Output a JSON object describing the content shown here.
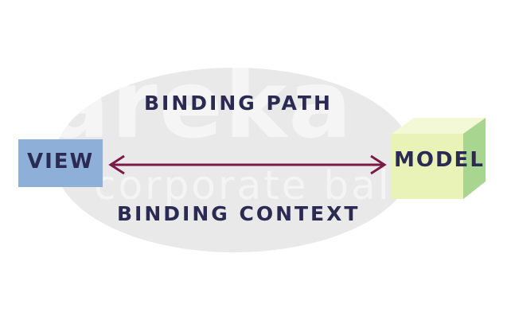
{
  "diagram": {
    "top_label": "BINDING PATH",
    "bottom_label": "BINDING CONTEXT",
    "left_node": "VIEW",
    "right_node": "MODEL",
    "watermark_main": "areka",
    "watermark_sub": "corporate balance"
  },
  "colors": {
    "ellipse": "#e9e9ea",
    "text": "#2a2a52",
    "view_box": "#8eb0d8",
    "arrow": "#7c1a47",
    "cube_front": "#e9f3b8",
    "cube_top": "#f3f8d6",
    "cube_side": "#a8d58f"
  },
  "icons": {
    "arrow": "double-headed-arrow",
    "model": "cube-icon"
  }
}
